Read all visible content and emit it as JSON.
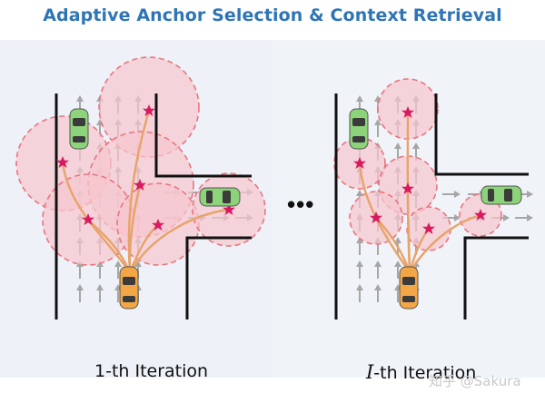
{
  "title": "Adaptive Anchor Selection & Context Retrieval",
  "separator": "•••",
  "captions": {
    "left": "1-th Iteration",
    "right_var": "I",
    "right_suffix": "-th Iteration"
  },
  "watermark": "知乎 @Sakura",
  "colors": {
    "title": "#2E75B6",
    "circle_fill": "#f7c6cf",
    "circle_stroke": "#e8757f",
    "path": "#e8a36a",
    "star": "#d81b60",
    "lane_arrow": "#a6a6a6",
    "road_edge": "#111111",
    "ego_car": "#f2a646",
    "other_car": "#8dd37a"
  }
}
